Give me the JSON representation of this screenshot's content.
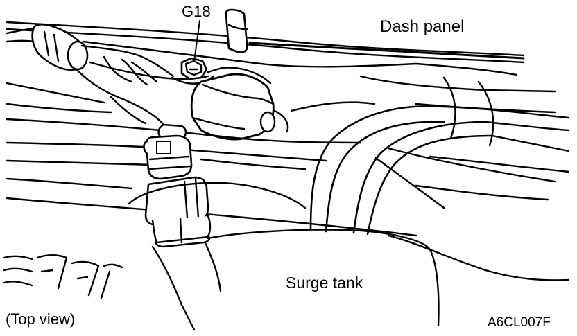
{
  "labels": {
    "sensor_ref": "G18",
    "dash_panel": "Dash panel",
    "surge_tank": "Surge tank",
    "view_note": "(Top view)",
    "figure_code": "A6CL007F"
  },
  "colors": {
    "line": "#000000",
    "background": "#ffffff"
  }
}
